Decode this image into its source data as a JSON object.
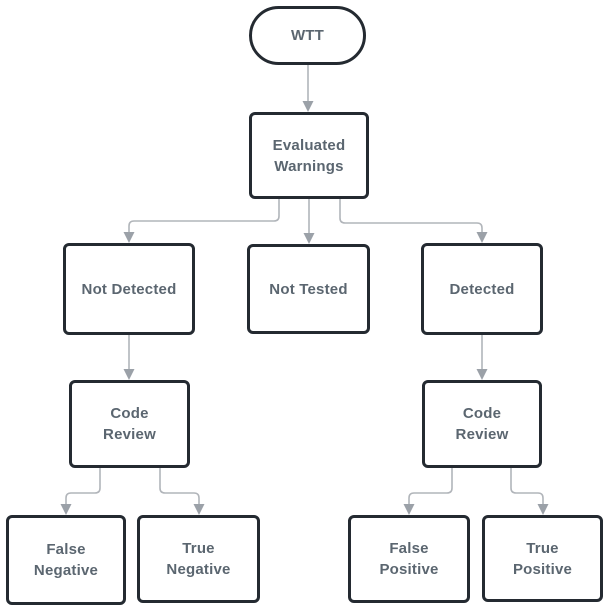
{
  "diagram": {
    "colors": {
      "background": "#ffffff",
      "node_fill": "#ffffff",
      "node_border": "#242a31",
      "label_text": "#5b6670",
      "connector_line": "#b1b5ba",
      "connector_arrow": "#9ba1a8"
    },
    "nodes": [
      {
        "id": "wtt",
        "shape": "stadium",
        "label": "WTT"
      },
      {
        "id": "evaluated-warnings",
        "shape": "rect",
        "label": "Evaluated\nWarnings"
      },
      {
        "id": "not-detected",
        "shape": "rect",
        "label": "Not Detected"
      },
      {
        "id": "not-tested",
        "shape": "rect",
        "label": "Not Tested"
      },
      {
        "id": "detected",
        "shape": "rect",
        "label": "Detected"
      },
      {
        "id": "code-review-left",
        "shape": "rect",
        "label": "Code\nReview"
      },
      {
        "id": "code-review-right",
        "shape": "rect",
        "label": "Code\nReview"
      },
      {
        "id": "false-negative",
        "shape": "rect",
        "label": "False\nNegative"
      },
      {
        "id": "true-negative",
        "shape": "rect",
        "label": "True\nNegative"
      },
      {
        "id": "false-positive",
        "shape": "rect",
        "label": "False\nPositive"
      },
      {
        "id": "true-positive",
        "shape": "rect",
        "label": "True\nPositive"
      }
    ],
    "edges": [
      {
        "from": "wtt",
        "to": "evaluated-warnings"
      },
      {
        "from": "evaluated-warnings",
        "to": "not-detected"
      },
      {
        "from": "evaluated-warnings",
        "to": "not-tested"
      },
      {
        "from": "evaluated-warnings",
        "to": "detected"
      },
      {
        "from": "not-detected",
        "to": "code-review-left"
      },
      {
        "from": "detected",
        "to": "code-review-right"
      },
      {
        "from": "code-review-left",
        "to": "false-negative"
      },
      {
        "from": "code-review-left",
        "to": "true-negative"
      },
      {
        "from": "code-review-right",
        "to": "false-positive"
      },
      {
        "from": "code-review-right",
        "to": "true-positive"
      }
    ]
  }
}
